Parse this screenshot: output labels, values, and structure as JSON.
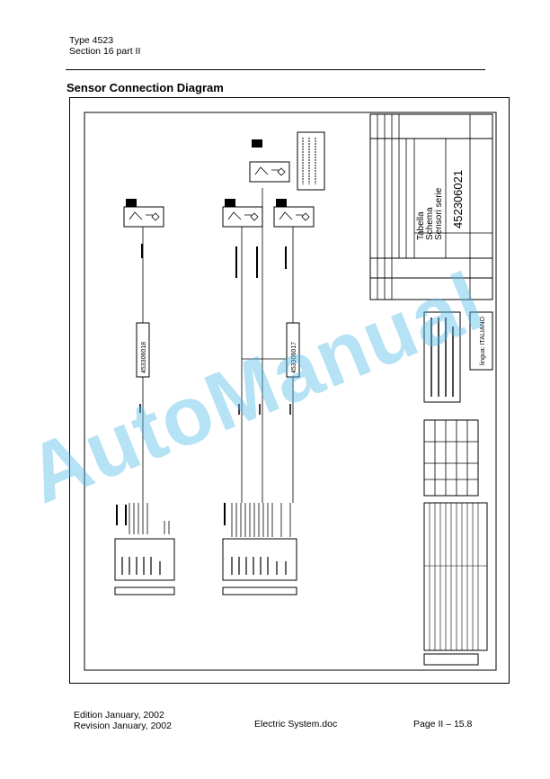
{
  "header": {
    "doc_type": "Type 4523",
    "section": "Section 16 part II"
  },
  "title": "Sensor Connection Diagram",
  "diagram": {
    "cable_codes": [
      "453306018",
      "453306017"
    ],
    "drawing_number": "452306021",
    "title_block": {
      "description_lines": [
        "Schema",
        "Tabella",
        "Sensori serie"
      ],
      "language_label": "lingua: ITALIANO"
    }
  },
  "watermark": "AutoManual",
  "footer": {
    "edition": "Edition January, 2002",
    "revision": "Revision January, 2002",
    "file": "Electric System.doc",
    "page": "Page II – 15.8"
  }
}
